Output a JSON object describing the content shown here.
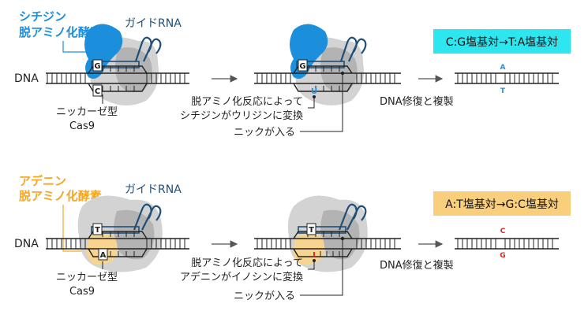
{
  "colors": {
    "cytidine_enzyme": "#1c8fdc",
    "adenine_enzyme": "#f5a623",
    "adenine_fill": "#f7d48f",
    "guide_rna": "#1f4e79",
    "cas9_light": "#d3d3d3",
    "cas9_dark": "#a7a7a7",
    "box_cyan": "#2ee6f0",
    "box_orange": "#f9cf7e",
    "base_blue": "#2b8fd6",
    "base_red": "#e0201b",
    "dna": "#222222"
  },
  "top": {
    "enzyme_line1": "シチジン",
    "enzyme_line2": "脱アミノ化酵素",
    "guide_rna_label": "ガイドRNA",
    "dna_label": "DNA",
    "nickase_line1": "ニッカーゼ型",
    "nickase_line2": "Cas9",
    "base_top": "G",
    "base_bottom": "C",
    "base_top_2": "G",
    "base_bottom_2": "U",
    "reaction_line1": "脱アミノ化反応によって",
    "reaction_line2": "シチジンがウリジンに変換",
    "nick_label": "ニックが入る",
    "repair_label": "DNA修復と複製",
    "result_box": "C:G塩基対→T:A塩基対",
    "result_top": "A",
    "result_bottom": "T"
  },
  "bottom": {
    "enzyme_line1": "アデニン",
    "enzyme_line2": "脱アミノ化酵素",
    "guide_rna_label": "ガイドRNA",
    "dna_label": "DNA",
    "nickase_line1": "ニッカーゼ型",
    "nickase_line2": "Cas9",
    "base_top": "T",
    "base_bottom": "A",
    "base_top_2": "T",
    "base_bottom_2": "I",
    "reaction_line1": "脱アミノ化反応によって",
    "reaction_line2": "アデニンがイノシンに変換",
    "nick_label": "ニックが入る",
    "repair_label": "DNA修復と複製",
    "result_box": "A:T塩基対→G:C塩基対",
    "result_top": "C",
    "result_bottom": "G"
  }
}
